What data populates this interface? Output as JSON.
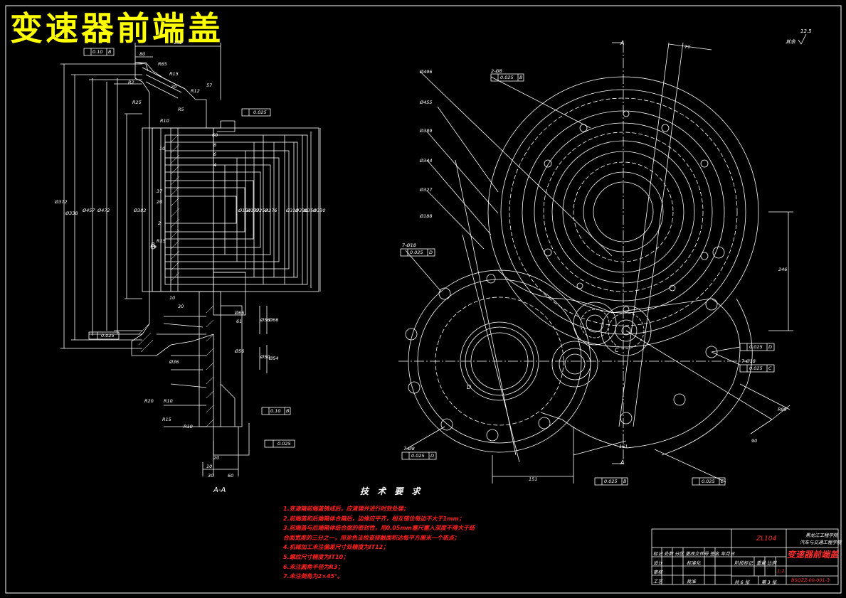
{
  "title": "变速器前端盖",
  "section_label": "A-A",
  "tech_requirements": {
    "heading": "技 术 要 求",
    "items": [
      "1.变速箱前端盖铸成后，应清理并进行时效处理；",
      "2.前端盖和后端箱体合箱后，边缘应平齐，相互错位每边不大于1mm；",
      "3.前端盖与后端箱体结合面的密封性，用0.05mm塞尺塞入深度不得大于结",
      "合面宽度的三分之一，用涂色法检查接触面积达每平方厘米一个斑点；",
      "4.机械加工未注偏差尺寸处精度为IT12；",
      "5.螺纹尺寸精度为IT10；",
      "6.未注圆角半径为R3；",
      "7.未注倒角为2×45°。"
    ]
  },
  "title_block": {
    "model": "ZL104",
    "school": "黑龙江工程学院",
    "school_sub": "汽车与交通工程学院",
    "drawing_name": "变速器前端盖",
    "drawing_no": "BSQZZ-00-001-3",
    "marks_label": "阶段标记",
    "weight_label": "重量",
    "scale_label": "比例",
    "scale_value": "1:2",
    "sheets": "共 6 张",
    "sheet_no": "第 3 张",
    "designer": "设计",
    "checker": "审核",
    "process": "工艺",
    "standard": "标准化",
    "approve": "批准",
    "design_row": "标记 处数 分区 更改文件号 签名 年月日"
  },
  "dimensions": {
    "left": [
      "182",
      "80",
      "R65",
      "R15",
      "R2",
      "20",
      "R12",
      "57",
      "R25",
      "R5",
      "R10",
      "60",
      "10",
      "8",
      "6",
      "4",
      "37",
      "20",
      "2",
      "R15",
      "10",
      "30",
      "Ø372",
      "Ø338",
      "Ø457",
      "Ø472",
      "Ø382",
      "Ø330",
      "Ø154",
      "Ø177",
      "Ø252",
      "Ø276",
      "Ø312",
      "Ø336",
      "Ø350",
      "Ø56",
      "Ø66",
      "Ø50",
      "Ø54",
      "Ø66",
      "Ø56",
      "Ø36",
      "61",
      "R20",
      "R10",
      "R15",
      "R10",
      "10",
      "20",
      "30",
      "60"
    ],
    "right": [
      "71",
      "Ø496",
      "Ø455",
      "Ø389",
      "Ø344",
      "Ø327",
      "Ø188",
      "246",
      "R99",
      "151",
      "161",
      "90",
      "2-Ø8",
      "7-Ø18",
      "7-Ø8",
      "7-Ø18"
    ]
  },
  "tolerances": {
    "t1": "0.10",
    "t1ref": "B",
    "t2": "0.025",
    "t3": "0.025",
    "t4": "0.10",
    "t4ref": "B",
    "t5": "0.025",
    "p1": "0.025",
    "p1ref": "B",
    "p2": "0.025",
    "p2ref": "D",
    "p3": "0.025",
    "p3ref": "D",
    "p4": "0.025",
    "p4ref": "D",
    "p5": "0.025",
    "p5ref": "B",
    "p6": "0.025",
    "p6ref": "C",
    "p7": "0.025",
    "p7ref": "E"
  },
  "roughness": "12.5",
  "roughness_note": "其余",
  "datum_labels": [
    "A",
    "A",
    "B",
    "C",
    "D"
  ]
}
